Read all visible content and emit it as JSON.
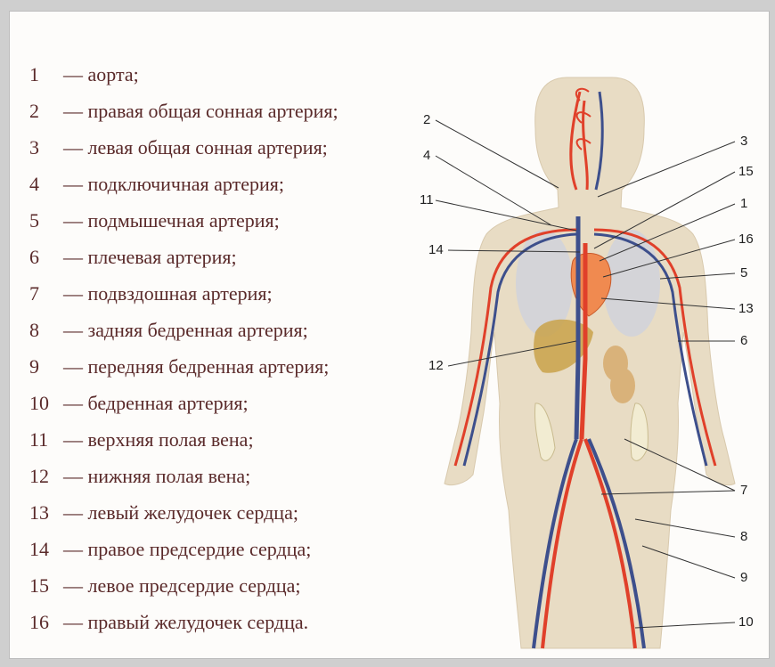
{
  "legend": [
    {
      "num": "1",
      "text": "— аорта;"
    },
    {
      "num": "2",
      "text": "— правая общая сонная артерия;"
    },
    {
      "num": "3",
      "text": "— левая общая сонная артерия;"
    },
    {
      "num": "4",
      "text": "— подключичная артерия;"
    },
    {
      "num": "5",
      "text": "— подмышечная артерия;"
    },
    {
      "num": "6",
      "text": "— плечевая артерия;"
    },
    {
      "num": "7",
      "text": "— подвздошная артерия;"
    },
    {
      "num": "8",
      "text": "— задняя бедренная артерия;"
    },
    {
      "num": "9",
      "text": "— передняя бедренная артерия;"
    },
    {
      "num": "10",
      "text": "— бедренная артерия;"
    },
    {
      "num": "11",
      "text": "— верхняя полая вена;"
    },
    {
      "num": "12",
      "text": "— нижняя полая вена;"
    },
    {
      "num": "13",
      "text": "— левый желудочек сердца;"
    },
    {
      "num": "14",
      "text": "— правое предсердие сердца;"
    },
    {
      "num": "15",
      "text": "— левое предсердие сердца;"
    },
    {
      "num": "16",
      "text": "— правый желудочек сердца."
    }
  ],
  "callouts": [
    "2",
    "3",
    "4",
    "15",
    "11",
    "1",
    "14",
    "16",
    "5",
    "13",
    "6",
    "12",
    "7",
    "8",
    "9",
    "10"
  ],
  "colors": {
    "text": "#5a2a2a",
    "artery": "#e0402a",
    "vein": "#3d4f8c",
    "body": "#e8dcc4",
    "heart": "#f08a50"
  }
}
